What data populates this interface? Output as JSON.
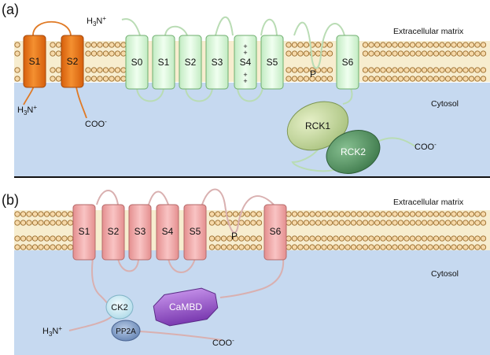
{
  "panel_a": {
    "tag": "(a)",
    "extracellular_label": "Extracellular matrix",
    "cytosol_label": "Cytosol",
    "n_terminus_label": "H3N+",
    "c_terminus_label": "COO-",
    "small_protein": {
      "segments": [
        "S1",
        "S2"
      ],
      "n_terminus_label": "H3N+",
      "c_terminus_label": "COO-",
      "color": "#f07c1a"
    },
    "channel": {
      "segments": [
        "S0",
        "S1",
        "S2",
        "S3",
        "S4",
        "S5",
        "S6"
      ],
      "s4_charges": "+",
      "pore_label": "P",
      "color": "#dcf7dc"
    },
    "domains": [
      "RCK1",
      "RCK2"
    ],
    "domain_colors": [
      "#cfe0a8",
      "#5f9a6a"
    ]
  },
  "panel_b": {
    "tag": "(b)",
    "extracellular_label": "Extracellular matrix",
    "cytosol_label": "Cytosol",
    "n_terminus_label": "H3N+",
    "c_terminus_label": "COO-",
    "channel": {
      "segments": [
        "S1",
        "S2",
        "S3",
        "S4",
        "S5",
        "S6"
      ],
      "pore_label": "P",
      "color": "#f1a9a9"
    },
    "domains": [
      "CK2",
      "PP2A",
      "CaMBD"
    ],
    "domain_colors": [
      "#d9f2f7",
      "#7f9fcb",
      "#9a5cc9"
    ]
  },
  "colors": {
    "cytosol": "#c6d9f0",
    "membrane": "#f7edcf",
    "lipid_head": "#f6d9a9",
    "lipid_outline": "#9a6b2a",
    "green_loop": "#b9dcb4",
    "pink_loop": "#d9b0b0"
  }
}
